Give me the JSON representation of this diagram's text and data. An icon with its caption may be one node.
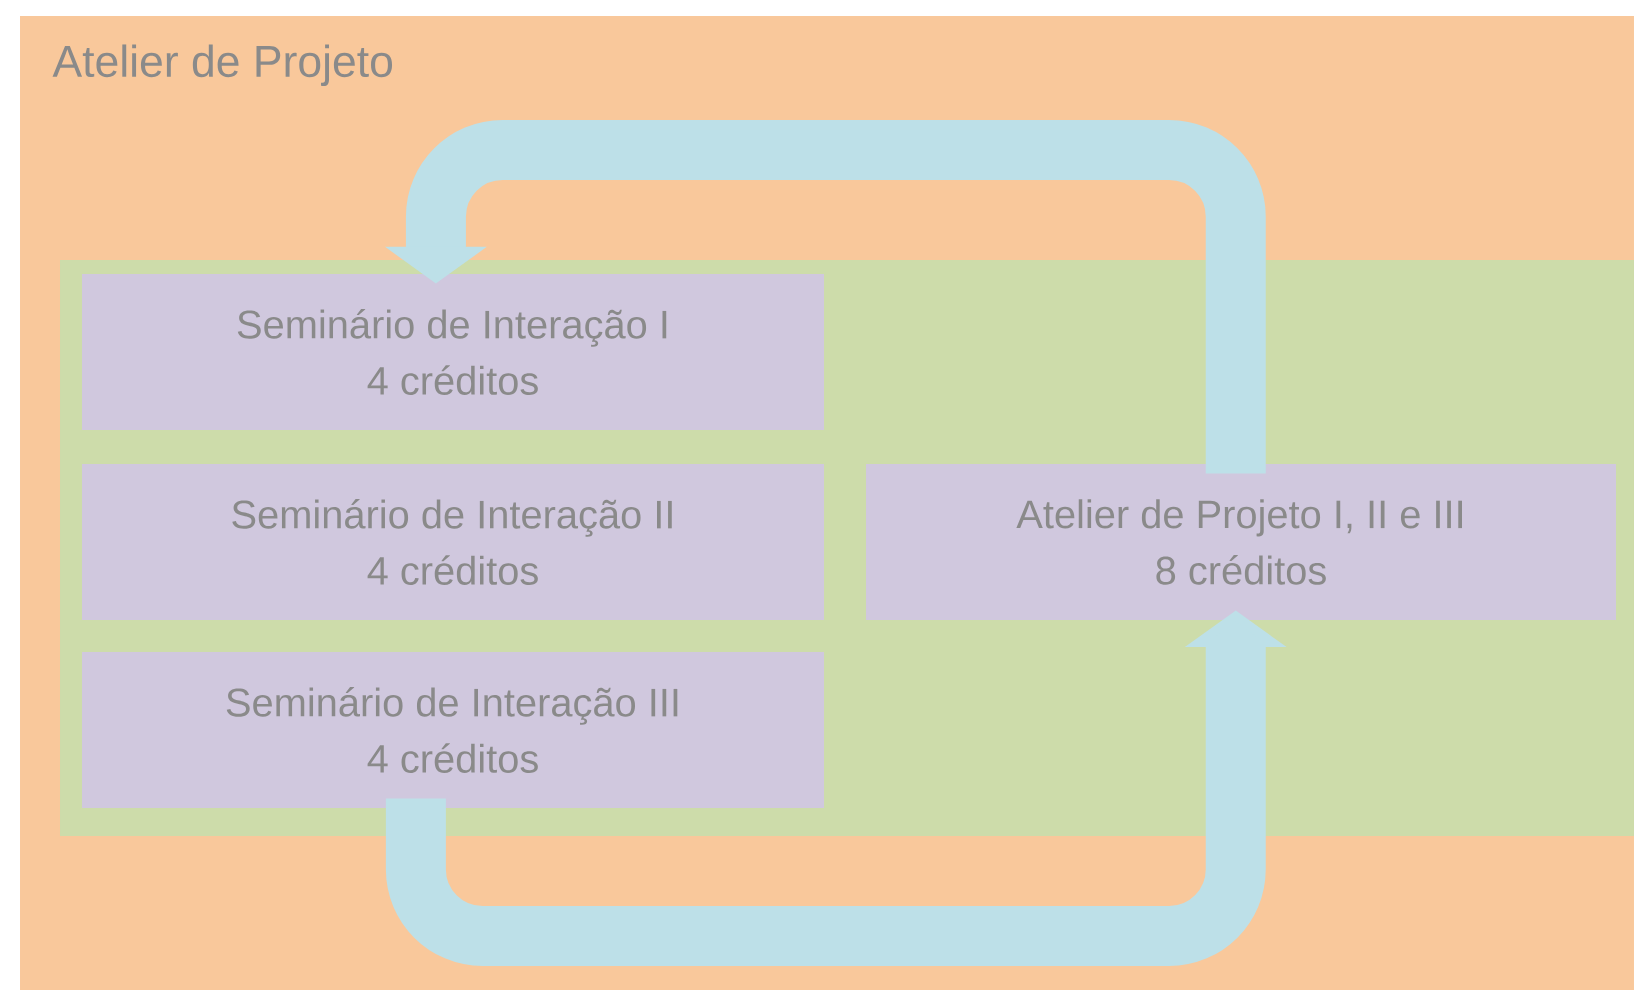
{
  "diagram": {
    "nodes": [
      {
        "text": [
          "Atelier de Projeto"
        ]
      },
      {
        "text": [],
        "shape": "box",
        "in": 0
      },
      {
        "text": [
          "Seminário de Interação I",
          "4 créditos"
        ],
        "in": 1
      },
      {
        "text": [
          "Seminário de Interação II",
          "4 créditos"
        ],
        "in": 1
      },
      {
        "text": [
          "Seminário de Interação III",
          "4 créditos"
        ],
        "in": 1
      },
      {
        "text": [
          "Atelier de Projeto I, II e III",
          "8 créditos"
        ],
        "in": 1
      }
    ],
    "edges": [
      {
        "from": 5,
        "to": 2,
        "arrow": "to"
      },
      {
        "from": 4,
        "to": 5,
        "arrow": "to"
      }
    ]
  }
}
